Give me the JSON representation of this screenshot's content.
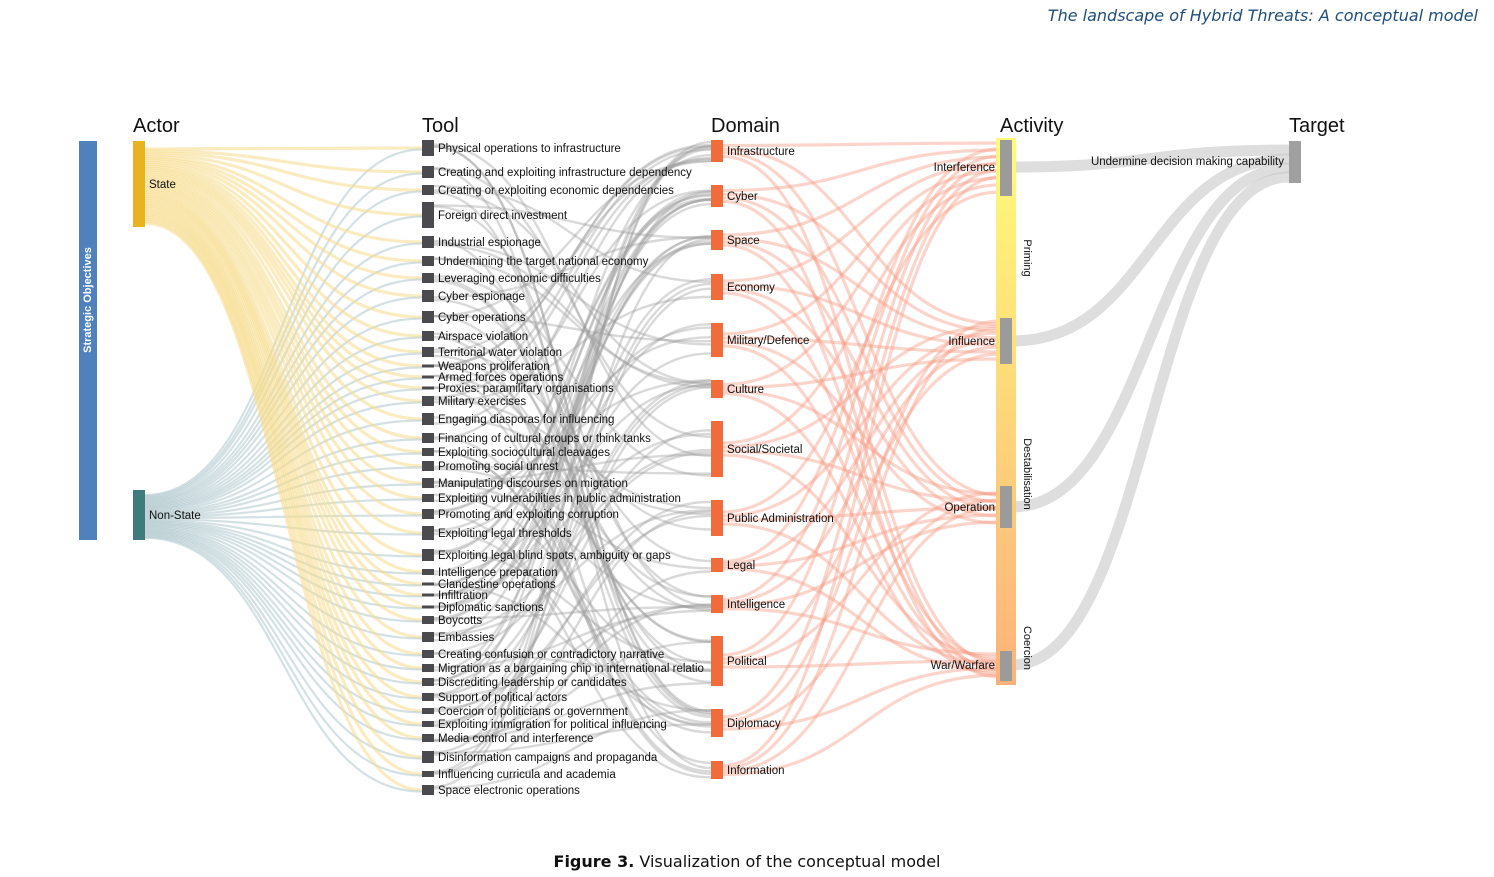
{
  "header": {
    "title": "The landscape of Hybrid Threats: A conceptual model"
  },
  "caption": {
    "label": "Figure 3.",
    "text": " Visualization of the conceptual model"
  },
  "columns": {
    "actor": "Actor",
    "tool": "Tool",
    "domain": "Domain",
    "activity": "Activity",
    "target": "Target"
  },
  "strategic_objectives": {
    "label": "Strategic Objectives",
    "color": "#4f81bd"
  },
  "actors": [
    {
      "label": "State",
      "color": "#e8b31f"
    },
    {
      "label": "Non-State",
      "color": "#3f7b7d"
    }
  ],
  "tools": [
    "Physical operations to infrastructure",
    "Creating and exploiting infrastructure dependency",
    "Creating or exploiting economic dependencies",
    "Foreign direct investment",
    "Industrial espionage",
    "Undermining the target national economy",
    "Leveraging economic difficulties",
    "Cyber espionage",
    "Cyber operations",
    "Airspace violation",
    "Territorial water violation",
    "Weapons proliferation",
    "Armed forces operations",
    "Proxies: paramilitary organisations",
    "Military exercises",
    "Engaging diasporas for influencing",
    "Financing of cultural groups or think tanks",
    "Exploiting sociocultural cleavages",
    "Promoting social unrest",
    "Manipulating discourses on migration",
    "Exploiting vulnerabilities in public administration",
    "Promoting and exploiting corruption",
    "Exploiting legal thresholds",
    "Exploiting legal blind spots, ambiguity or gaps",
    "Intelligence preparation",
    "Clandestine operations",
    "Infiltration",
    "Diplomatic sanctions",
    "Boycotts",
    "Embassies",
    "Creating confusion or contradictory narrative",
    "Migration as a bargaining chip in international relatio",
    "Discrediting leadership or candidates",
    "Support of political actors",
    "Coercion of politicians or government",
    "Exploiting immigration for political influencing",
    "Media control and interference",
    "Disinformation campaigns and propaganda",
    "Influencing curricula and academia",
    "Space electronic operations"
  ],
  "domains": [
    "Infrastructure",
    "Cyber",
    "Space",
    "Economy",
    "Military/Defence",
    "Culture",
    "Social/Societal",
    "Public Administration",
    "Legal",
    "Intelligence",
    "Political",
    "Diplomacy",
    "Information"
  ],
  "activities": [
    "Interference",
    "Influence",
    "Operation",
    "War/Warfare"
  ],
  "phases": [
    "Priming",
    "Destabilisation",
    "Coercion"
  ],
  "target": {
    "label": "Undermine decision making capability"
  },
  "colors": {
    "tool_node": "#4a4a4f",
    "domain_node": "#f26b3a",
    "activity_node": "#9b9b9b",
    "target_node": "#a0a0a0",
    "link_state": "#f5dc8c",
    "link_nonstate": "#a9c4c9",
    "link_tool_domain": "#9a9a9a",
    "link_domain_activity": "#f59b82",
    "link_activity_target": "#c8c8c8",
    "phase_top": "#fffb7a",
    "phase_bottom": "#fbb27a"
  }
}
